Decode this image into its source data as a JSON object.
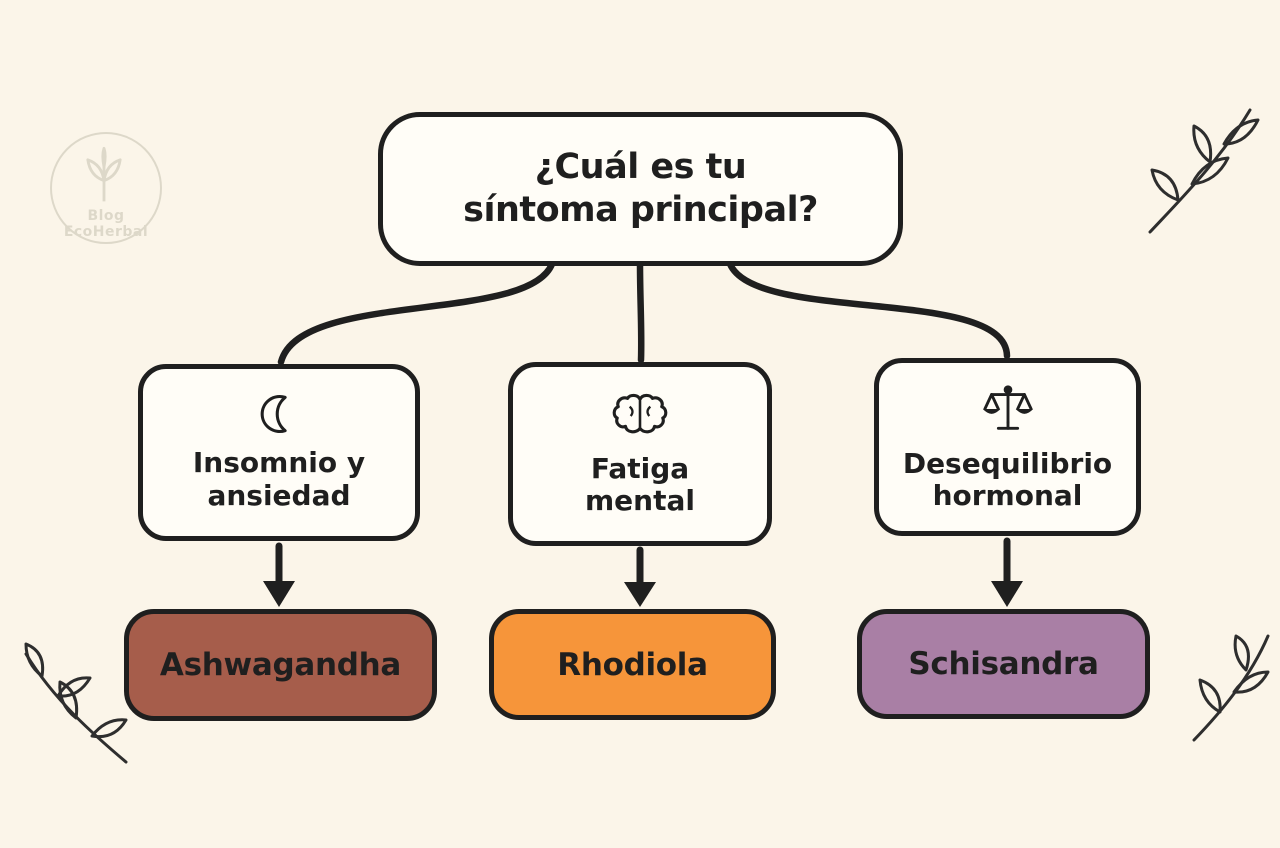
{
  "colors": {
    "background": "#fbf5e9",
    "ink": "#1f1f1f",
    "box_fill": "#fffdf7",
    "ashwagandha": "#a65d4b",
    "rhodiola": "#f6953a",
    "schisandra": "#a97fa5"
  },
  "watermark": {
    "label": "Blog EcoHerbal",
    "icon": "plant-icon"
  },
  "question": {
    "line1": "¿Cuál es tu",
    "line2": "síntoma principal?"
  },
  "branches": [
    {
      "icon": "moon-icon",
      "line1": "Insomnio y",
      "line2": "ansiedad",
      "answer": "Ashwagandha",
      "answer_color": "#a65d4b"
    },
    {
      "icon": "brain-icon",
      "line1": "Fatiga",
      "line2": "mental",
      "answer": "Rhodiola",
      "answer_color": "#f6953a"
    },
    {
      "icon": "scale-icon",
      "line1": "Desequilibrio",
      "line2": "hormonal",
      "answer": "Schisandra",
      "answer_color": "#a97fa5"
    }
  ],
  "decorations": [
    "leaf-branch-top-right",
    "leaf-branch-bottom-left",
    "leaf-branch-bottom-right"
  ]
}
